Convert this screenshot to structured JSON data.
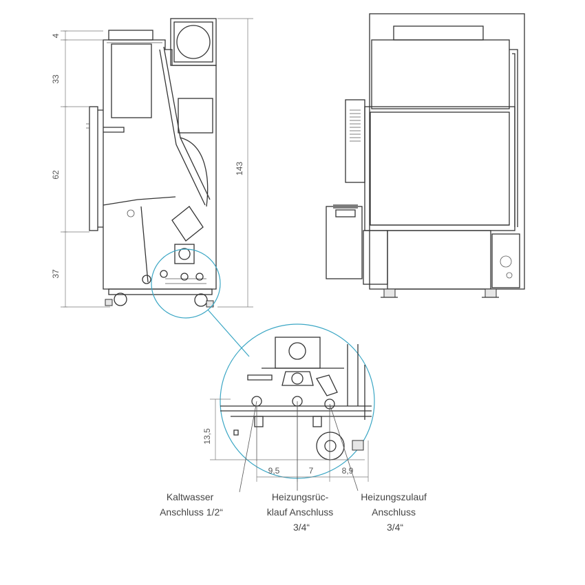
{
  "dimensions": {
    "side_view": [
      "4",
      "33",
      "62",
      "37"
    ],
    "total_height": "143",
    "detail_height": "13,5",
    "detail_spacings": [
      "9,5",
      "7",
      "8,9"
    ]
  },
  "connections": [
    {
      "lines": [
        "Kaltwasser",
        "Anschluss 1/2“"
      ]
    },
    {
      "lines": [
        "Heizungsrüc-",
        "klauf Anschluss",
        "3/4“"
      ]
    },
    {
      "lines": [
        "Heizungszulauf",
        "Anschluss",
        "3/4“"
      ]
    }
  ],
  "colors": {
    "line": "#333333",
    "dimension": "#777777",
    "detail_callout": "#3aa6c4"
  }
}
